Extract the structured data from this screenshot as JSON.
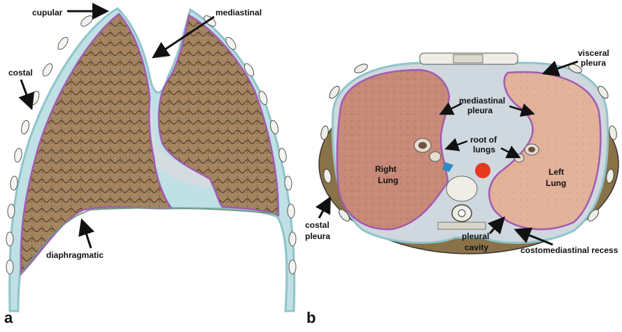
{
  "panel_a": {
    "letter": "a",
    "labels": {
      "cupular": "cupular",
      "mediastinal": "mediastinal",
      "costal": "costal",
      "diaphragmatic": "diaphragmatic"
    }
  },
  "panel_b": {
    "letter": "b",
    "labels": {
      "visceral_1": "visceral",
      "visceral_2": "pleura",
      "mediastinal_1": "mediastinal",
      "mediastinal_2": "pleura",
      "root_1": "root of",
      "root_2": "lungs",
      "right_lung_1": "Right",
      "right_lung_2": "Lung",
      "left_lung_1": "Left",
      "left_lung_2": "Lung",
      "costal_1": "costal",
      "costal_2": "pleura",
      "pleural_cavity_1": "pleural",
      "pleural_cavity_2": "cavity",
      "costomediastinal": "costomediastinal recess"
    }
  },
  "colors": {
    "pleura_blue": "#9fd0d6",
    "visceral_purple": "#a35bb0",
    "lung_tan": "#9c7a55",
    "lung_dark": "#4a3a2a",
    "lung_pink": "#c97f6f",
    "lung_pink_light": "#e3b39b",
    "cavity_gray": "#cfd8de",
    "rib_white": "#f2f2ee",
    "muscle_brown": "#8a7248"
  }
}
